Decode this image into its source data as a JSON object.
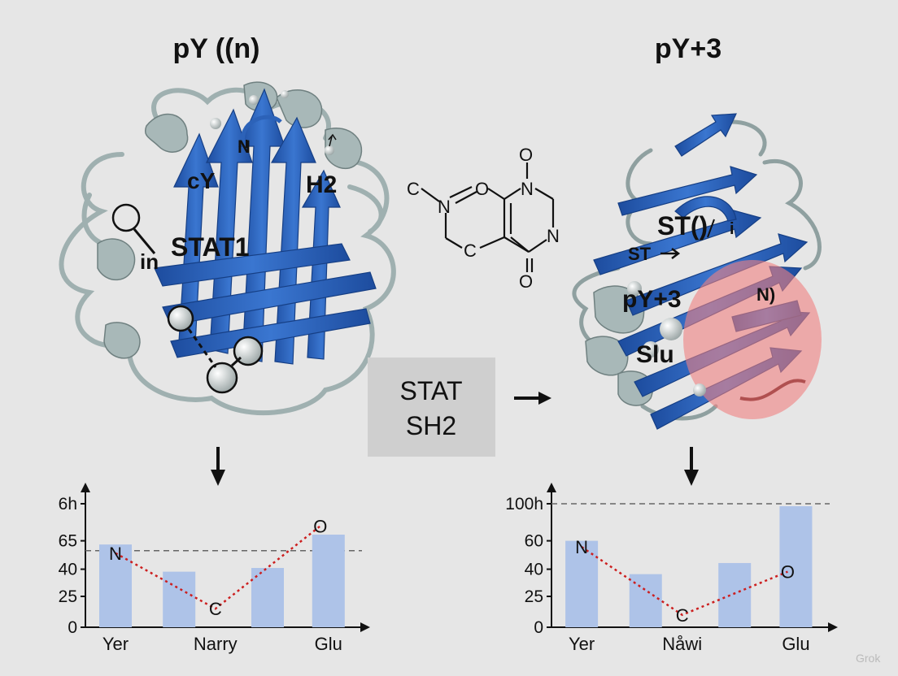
{
  "titles": {
    "left": "pY ((n)",
    "right": "pY+3"
  },
  "left_structure": {
    "labels": {
      "n_term": "N",
      "cy": "cY",
      "h2": "H2",
      "stat": "STAT1",
      "in": "in"
    }
  },
  "right_structure": {
    "labels": {
      "st": "ST()",
      "st_small": "ST",
      "i": "i",
      "py3": "pY+3",
      "n": "N)",
      "glu": "Slu"
    }
  },
  "molecule": {
    "atoms": {
      "c_left": "C",
      "n1": "N",
      "o1": "O",
      "o_top": "O",
      "n2": "N",
      "n3": "N",
      "c2": "C",
      "o_bot": "O"
    }
  },
  "center_box": {
    "line1": "STAT",
    "line2": "SH2"
  },
  "colors": {
    "background": "#e6e6e6",
    "ribbon_blue": "#2c62b8",
    "ribbon_gray": "#a8b8b8",
    "bar": "#aec3e8",
    "dotted": "#cc1f1f",
    "highlight": "#f08080",
    "box": "#cfcfcf"
  },
  "chart_data": [
    {
      "type": "bar",
      "categories": [
        "Yer",
        "Narry",
        "Glu"
      ],
      "yticks": [
        "0",
        "25",
        "40",
        "65",
        "6h"
      ],
      "values": [
        67,
        45,
        48,
        75
      ],
      "line": [
        {
          "label": "N",
          "value": 60
        },
        {
          "label": "C",
          "value": 15
        },
        {
          "label": "O",
          "value": 82
        }
      ],
      "reference_line": 62
    },
    {
      "type": "bar",
      "categories": [
        "Yer",
        "Nåwi",
        "Glu"
      ],
      "yticks": [
        "0",
        "25",
        "40",
        "60",
        "100h"
      ],
      "values": [
        70,
        43,
        52,
        98
      ],
      "line": [
        {
          "label": "N",
          "value": 65
        },
        {
          "label": "C",
          "value": 10
        },
        {
          "label": "O",
          "value": 45
        }
      ],
      "reference_line": 100
    }
  ],
  "watermark": "Grok"
}
